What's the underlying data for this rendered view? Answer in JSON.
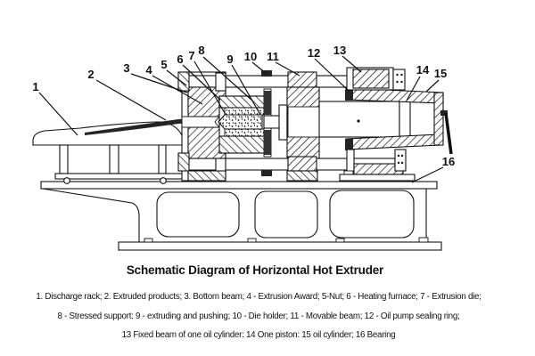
{
  "figure": {
    "title": "Schematic Diagram of Horizontal Hot Extruder",
    "caption_lines": [
      "1. Discharge rack; 2. Extruded products; 3. Bottom beam; 4 - Extrusion Award; 5-Nut; 6 - Heating furnace; 7 - Extrusion die;",
      "8 - Stressed support: 9 - extruding and pushing; 10 - Die holder; 11 - Movable beam; 12 - Oil pump sealing ring;",
      "13 Fixed beam of one oil cylinder: 14 One piston: 15 oil cylinder; 16 Bearing"
    ]
  },
  "diagram": {
    "labels": [
      {
        "text": "1",
        "part": "Discharge rack"
      },
      {
        "text": "2",
        "part": "Extruded products"
      },
      {
        "text": "3",
        "part": "Bottom beam"
      },
      {
        "text": "4",
        "part": "Extrusion Award"
      },
      {
        "text": "5",
        "part": "Nut"
      },
      {
        "text": "6",
        "part": "Heating furnace"
      },
      {
        "text": "7",
        "part": "Extrusion die"
      },
      {
        "text": "8",
        "part": "Stressed support"
      },
      {
        "text": "9",
        "part": "extruding and pushing"
      },
      {
        "text": "10",
        "part": "Die holder"
      },
      {
        "text": "11",
        "part": "Movable beam"
      },
      {
        "text": "12",
        "part": "Oil pump sealing ring"
      },
      {
        "text": "13",
        "part": "Fixed beam of one oil cylinder"
      },
      {
        "text": "14",
        "part": "One piston"
      },
      {
        "text": "15",
        "part": "oil cylinder"
      },
      {
        "text": "16",
        "part": "Bearing"
      }
    ]
  },
  "colors": {
    "ink": "#111111",
    "paper": "#ffffff",
    "dark_fill": "#242424"
  }
}
